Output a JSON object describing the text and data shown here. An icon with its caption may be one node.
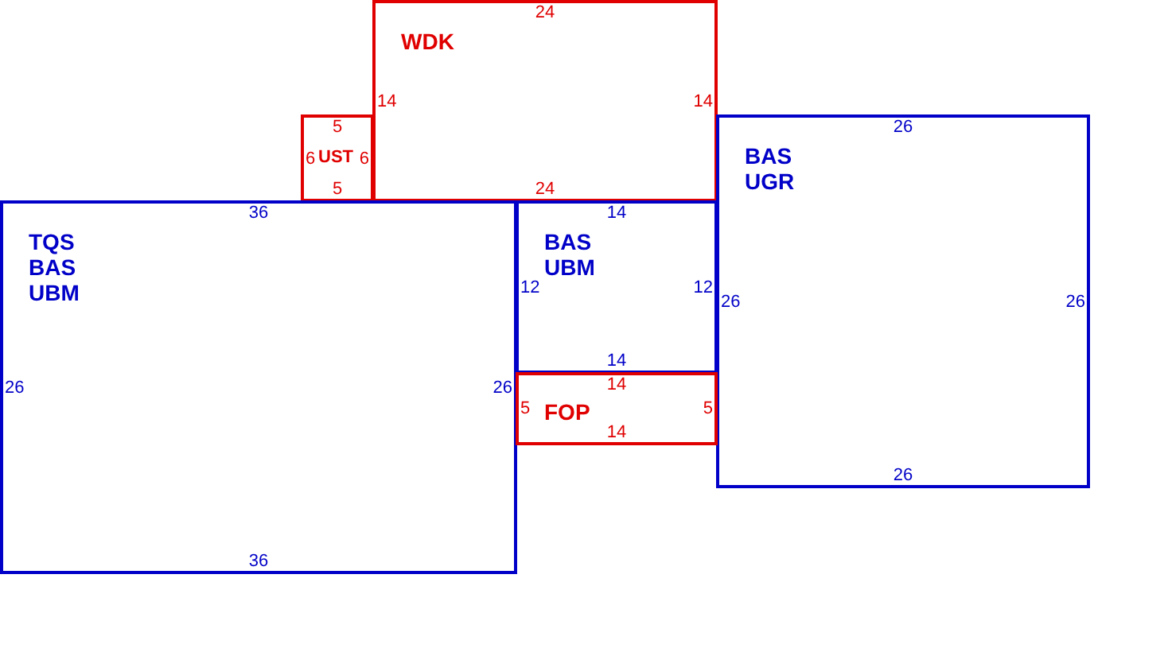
{
  "diagram": {
    "nodes": [
      {
        "text": [
          "WDK",
          "24",
          "14",
          "14",
          "24"
        ]
      },
      {
        "text": [
          "UST",
          "5",
          "6",
          "6",
          "5"
        ]
      },
      {
        "text": [
          "BAS UGR",
          "26",
          "26",
          "26",
          "26"
        ]
      },
      {
        "text": [
          "TQS BAS UBM",
          "36",
          "26",
          "26",
          "36"
        ]
      },
      {
        "text": [
          "BAS UBM",
          "14",
          "12",
          "12",
          "14"
        ]
      },
      {
        "text": [
          "FOP",
          "14",
          "5",
          "5",
          "14"
        ]
      }
    ]
  }
}
